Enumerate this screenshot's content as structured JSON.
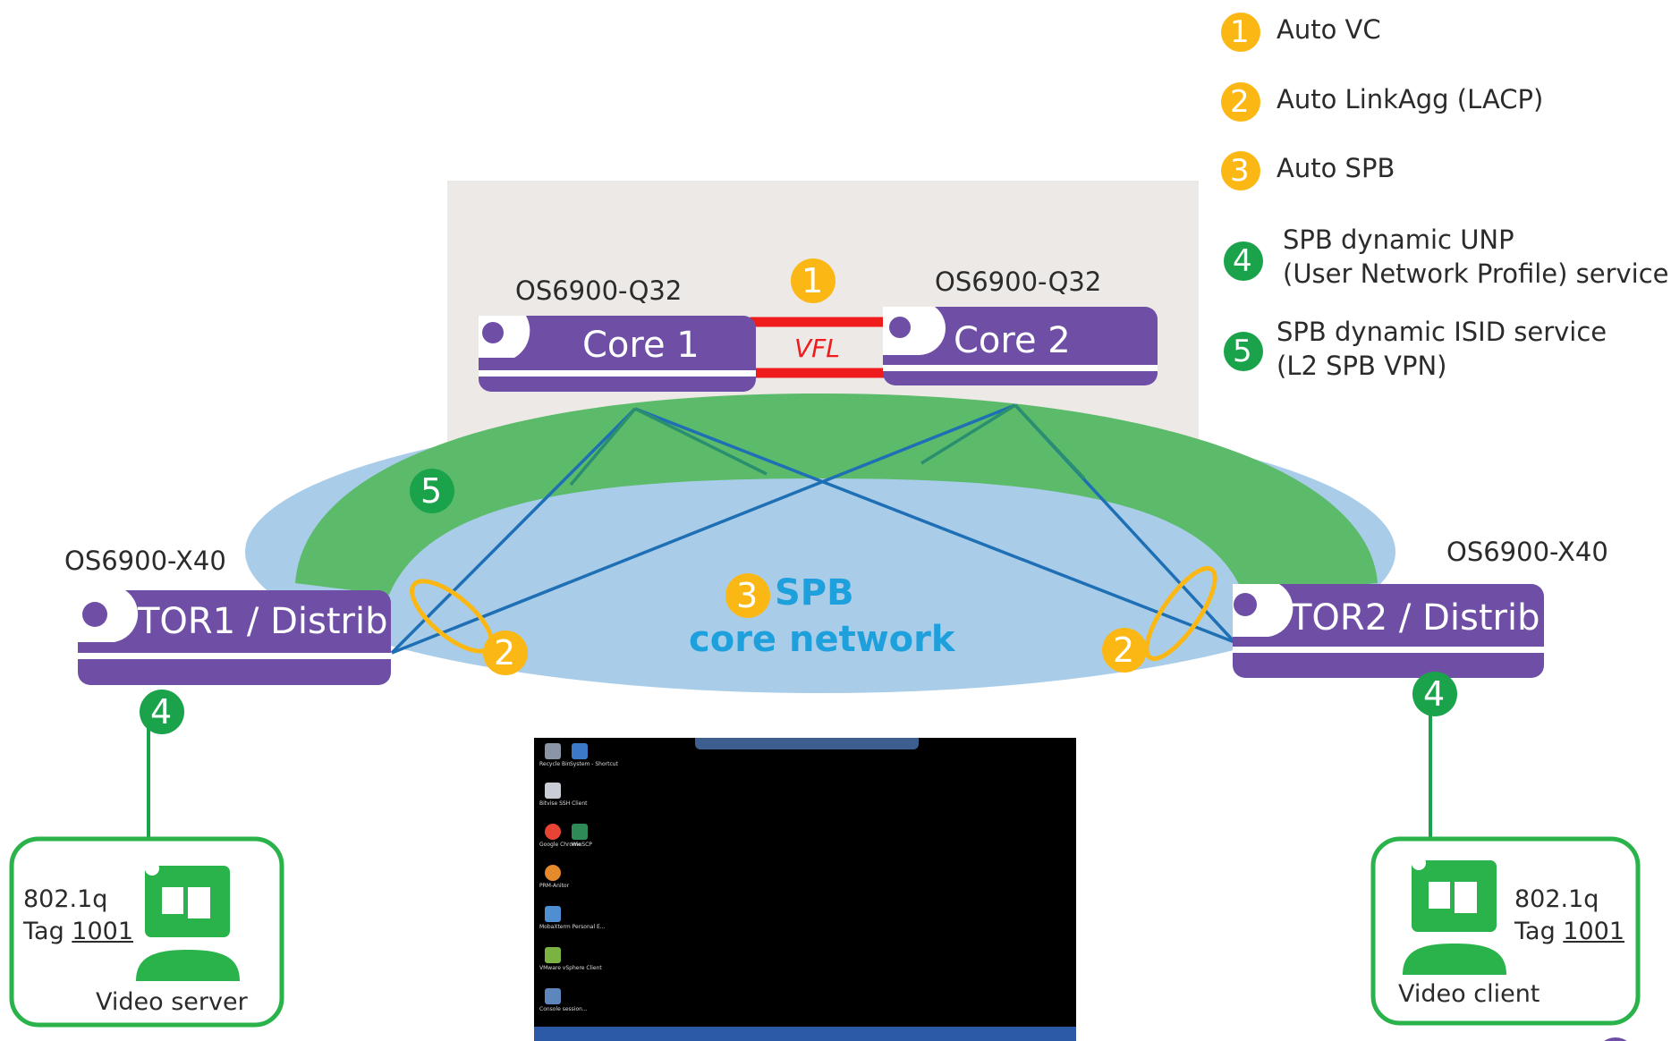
{
  "legend": [
    {
      "num": "1",
      "text": "Auto VC",
      "color": "#fbb814"
    },
    {
      "num": "2",
      "text": "Auto LinkAgg (LACP)",
      "color": "#fbb814"
    },
    {
      "num": "3",
      "text": "Auto SPB",
      "color": "#fbb814"
    },
    {
      "num": "4",
      "line1": "SPB dynamic UNP",
      "line2": "(User Network Profile) service",
      "color": "#1aa34a"
    },
    {
      "num": "5",
      "line1": "SPB dynamic ISID service",
      "line2": "(L2 SPB VPN)",
      "color": "#1aa34a"
    }
  ],
  "core1": {
    "model": "OS6900-Q32",
    "label": "Core 1"
  },
  "core2": {
    "model": "OS6900-Q32",
    "label": "Core 2"
  },
  "vfl": {
    "badge": "1",
    "label": "VFL"
  },
  "tor1": {
    "model": "OS6900-X40",
    "label": "TOR1 / Distrib"
  },
  "tor2": {
    "model": "OS6900-X40",
    "label": "TOR2 / Distrib"
  },
  "spb": {
    "badge": "3",
    "line1": "SPB",
    "line2": "core network"
  },
  "isid_badge": "5",
  "lacp_badge": "2",
  "unp_badge": "4",
  "server": {
    "tag_line1": "802.1q",
    "tag_prefix": "Tag ",
    "tag_value": "1001",
    "label": "Video server"
  },
  "client": {
    "tag_line1": "802.1q",
    "tag_prefix": "Tag ",
    "tag_value": "1001",
    "label": "Video client"
  },
  "desktop": {
    "icons": [
      "Recycle Bin",
      "System - Shortcut",
      "Bitvise SSH Client",
      "Google Chrome",
      "WinSCP",
      "PRM-Anitor",
      "MobaXterm Personal E...",
      "VMware vSphere Client",
      "Console session..."
    ]
  },
  "colors": {
    "purple": "#6f4fa6",
    "orange": "#fbb814",
    "green": "#1aa34a",
    "light_blue": "#a9cde9",
    "mid_green": "#5bbb6a",
    "link_blue": "#1f6fb5",
    "link_green": "#2a8f6e",
    "vfl_red": "#ee1c1c",
    "spb_text": "#1ea0dc",
    "tag_box": "#2ab34a"
  }
}
